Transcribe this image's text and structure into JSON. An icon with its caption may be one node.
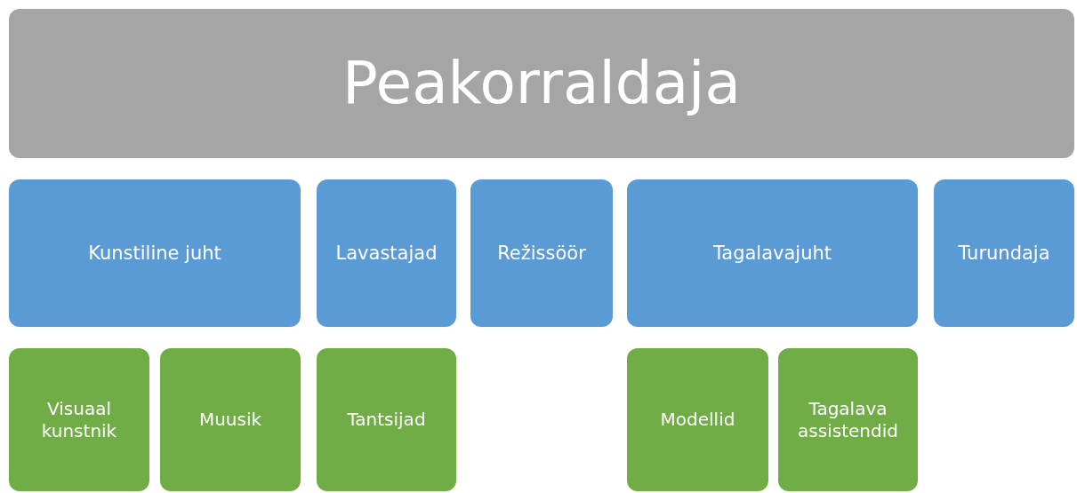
{
  "diagram": {
    "nodes": [
      {
        "text": [
          "Peakorraldaja"
        ]
      },
      {
        "text": [
          "Kunstiline juht"
        ]
      },
      {
        "text": [
          "Lavastajad"
        ]
      },
      {
        "text": [
          "Režissöör"
        ]
      },
      {
        "text": [
          "Tagalavajuht"
        ]
      },
      {
        "text": [
          "Turundaja"
        ]
      },
      {
        "text": [
          "Visuaal kunstnik"
        ]
      },
      {
        "text": [
          "Muusik"
        ]
      },
      {
        "text": [
          "Tantsijad"
        ]
      },
      {
        "text": [
          "Modellid"
        ]
      },
      {
        "text": [
          "Tagalava assistendid"
        ]
      }
    ]
  }
}
